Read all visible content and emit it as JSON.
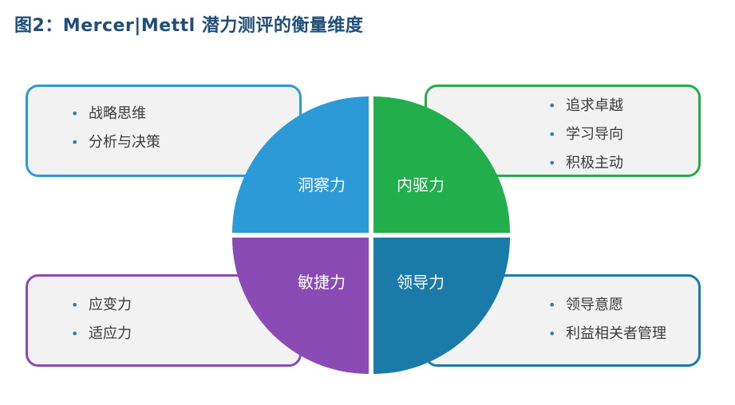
{
  "title": "图2：Mercer|Mettl 潜力测评的衡量维度",
  "colors": {
    "top_left": "#2b9ad6",
    "top_right": "#22ae4a",
    "bottom_left": "#8a4cb4",
    "bottom_right": "#1a7ba8"
  },
  "quadrants": {
    "top_left": {
      "label": "洞察力",
      "items": [
        "战略思维",
        "分析与决策"
      ]
    },
    "top_right": {
      "label": "内驱力",
      "items": [
        "追求卓越",
        "学习导向",
        "积极主动"
      ]
    },
    "bottom_left": {
      "label": "敏捷力",
      "items": [
        "应变力",
        "适应力"
      ]
    },
    "bottom_right": {
      "label": "领导力",
      "items": [
        "领导意愿",
        "利益相关者管理"
      ]
    }
  },
  "bullet_symbol": "•"
}
